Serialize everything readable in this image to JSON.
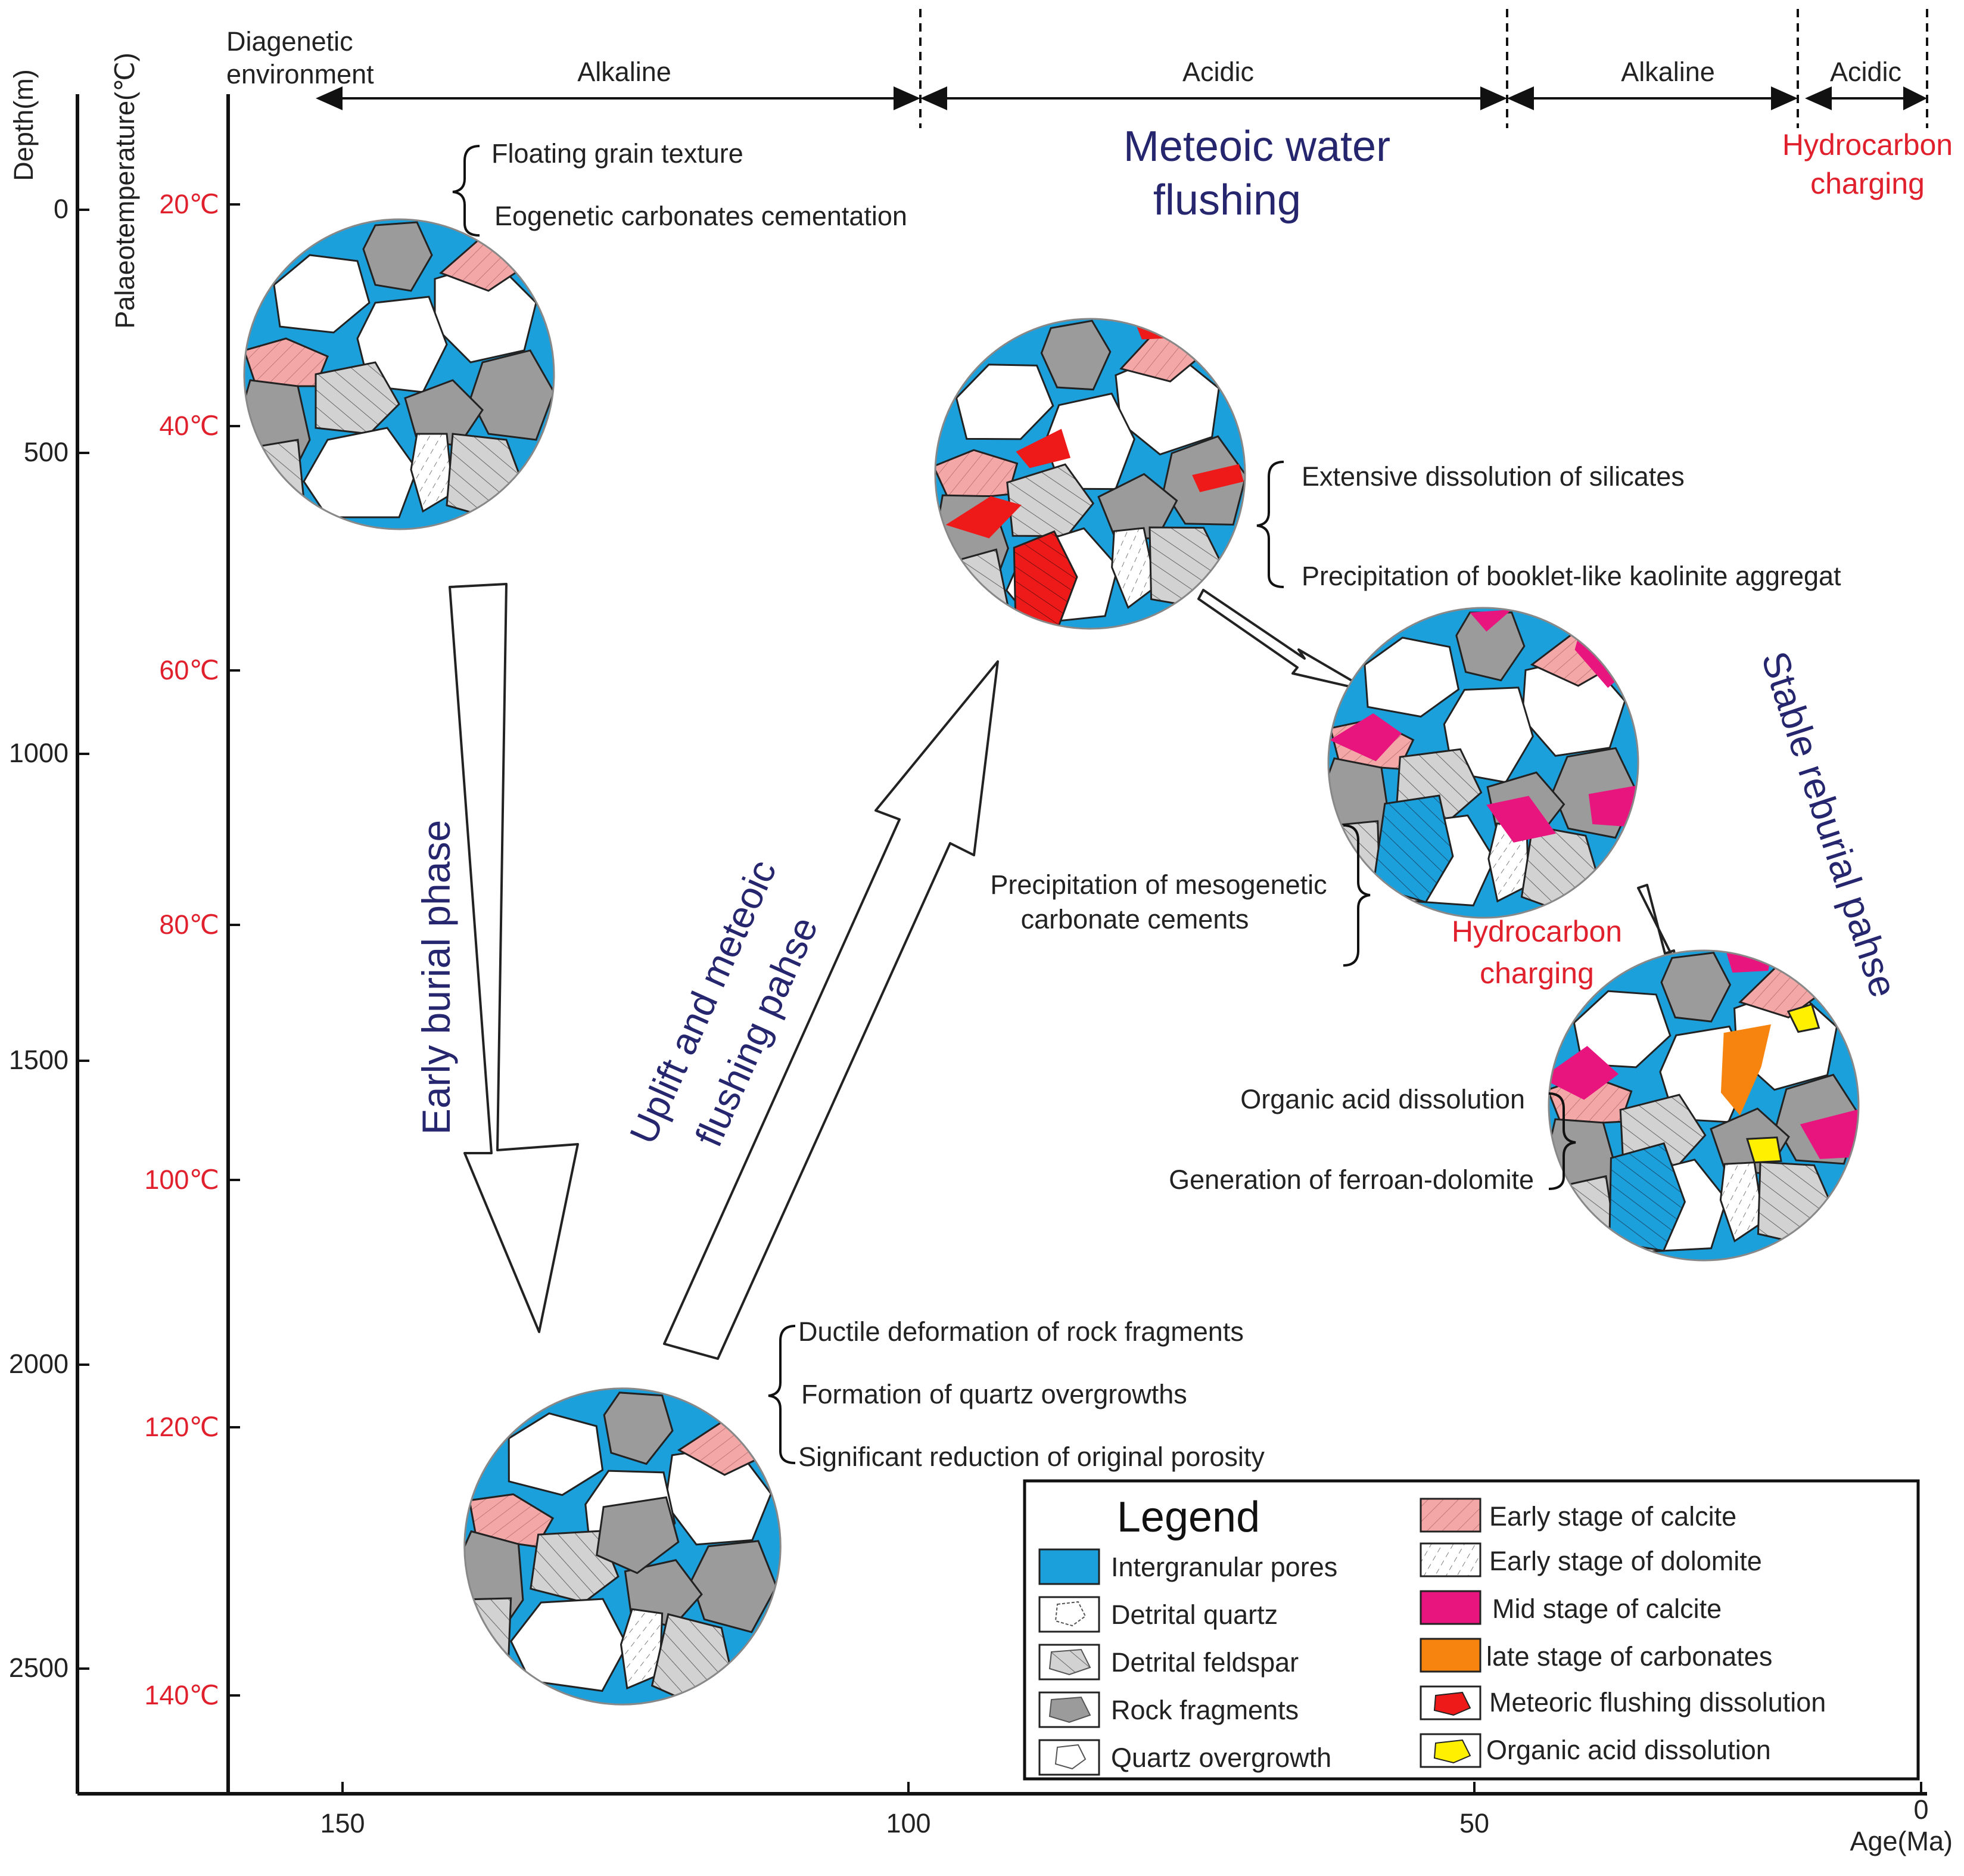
{
  "axes": {
    "depth_label": "Depth(m)",
    "temp_label": "Palaeotemperature(℃)",
    "age_label": "Age(Ma)",
    "depth_ticks": [
      "0",
      "500",
      "1000",
      "1500",
      "2000",
      "2500"
    ],
    "temp_ticks": [
      "20℃",
      "40℃",
      "60℃",
      "80℃",
      "100℃",
      "120℃",
      "140℃"
    ],
    "age_ticks": [
      "150",
      "100",
      "50",
      "0"
    ]
  },
  "environment": {
    "label_line1": "Diagenetic",
    "label_line2": "environment",
    "segments": [
      "Alkaline",
      "Acidic",
      "Alkaline",
      "Acidic"
    ]
  },
  "headings": {
    "meteoric_line1": "Meteoic water",
    "meteoric_line2": "flushing",
    "hc_top_line1": "Hydrocarbon",
    "hc_top_line2": "charging",
    "hc_mid_line1": "Hydrocarbon",
    "hc_mid_line2": "charging"
  },
  "phases": {
    "early_burial": "Early burial phase",
    "uplift_line1": "Uplift and meteoic",
    "uplift_line2": "flushing pahse",
    "reburial": "Stable reburial pahse"
  },
  "notes": {
    "n1": "Floating grain texture",
    "n2": "Eogenetic carbonates cementation",
    "n3": "Extensive dissolution of silicates",
    "n4": "Precipitation of booklet-like kaolinite aggregat",
    "n5_line1": "Precipitation of mesogenetic",
    "n5_line2": "carbonate cements",
    "n6": "Organic acid dissolution",
    "n7": "Generation of ferroan-dolomite",
    "n8": "Ductile deformation of rock fragments",
    "n9": "Formation of quartz overgrowths",
    "n10": "Significant reduction of original porosity"
  },
  "legend": {
    "title": "Legend",
    "items": [
      {
        "label": "Intergranular pores",
        "color": "#1ba0dc"
      },
      {
        "label": "Detrital quartz",
        "color": "#ffffff"
      },
      {
        "label": "Detrital feldspar",
        "color": "#d2d2d2"
      },
      {
        "label": "Rock fragments",
        "color": "#9b9b9b"
      },
      {
        "label": "Quartz overgrowth",
        "color": "#ffffff"
      },
      {
        "label": "Early stage of calcite",
        "color": "#f4a7a7"
      },
      {
        "label": "Early stage of dolomite",
        "color": "#ffffff"
      },
      {
        "label": "Mid stage of calcite",
        "color": "#e8157f"
      },
      {
        "label": "late stage of carbonates",
        "color": "#f7840f"
      },
      {
        "label": "Meteoric flushing dissolution",
        "color": "#ee1a1a"
      },
      {
        "label": "Organic acid dissolution",
        "color": "#fff000"
      }
    ]
  },
  "colors": {
    "pores": "#1ba0dc",
    "rock": "#9b9b9b",
    "feldspar": "#d2d2d2",
    "calcite_early": "#f4a7a7",
    "calcite_mid": "#e8157f",
    "late_carbonate": "#f7840f",
    "meteoric": "#ee1a1a",
    "organic": "#fff000",
    "temp_text": "#e0202c",
    "phase_text": "#26266e"
  }
}
